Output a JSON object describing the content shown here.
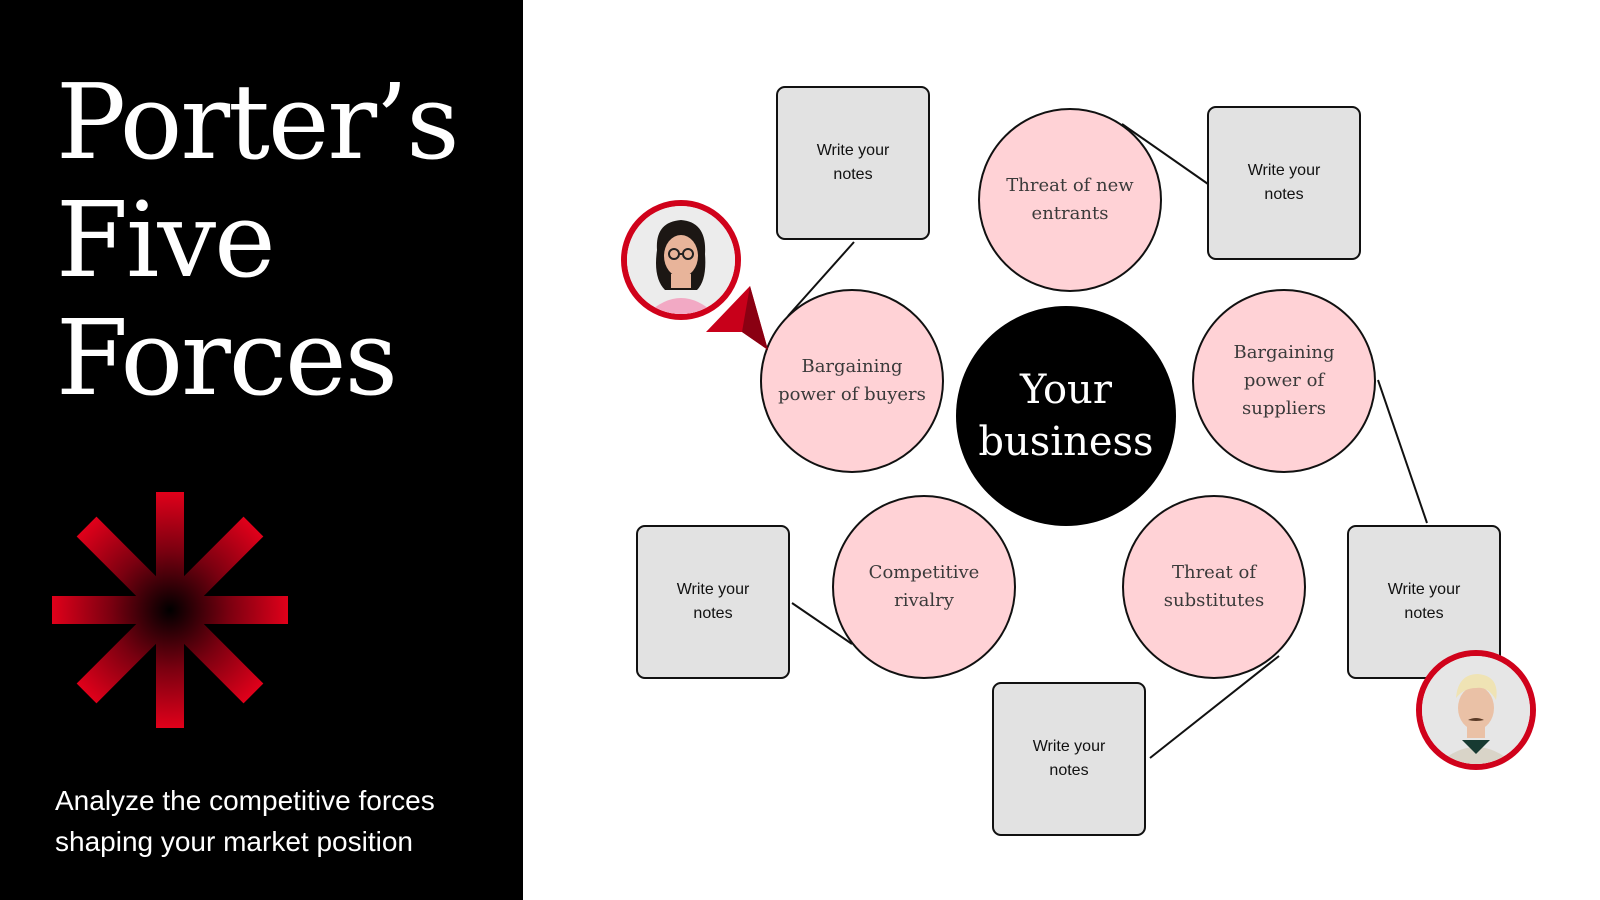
{
  "title_lines": [
    "Porter’s",
    "Five",
    "Forces"
  ],
  "subtitle": "Analyze the competitive forces shaping your market position",
  "center": {
    "label": "Your business"
  },
  "forces": {
    "new_entrants": "Threat of new entrants",
    "buyers": "Bargaining power of buyers",
    "suppliers": "Bargaining power of suppliers",
    "rivalry": "Competitive rivalry",
    "substitutes": "Threat of substitutes"
  },
  "notes": {
    "buyers": "Write your notes",
    "new_entrants": "Write your notes",
    "rivalry": "Write your notes",
    "substitutes": "Write your notes",
    "suppliers": "Write your notes"
  },
  "colors": {
    "panel": "#000000",
    "accent": "#d0021b",
    "force_fill": "#ffd2d6",
    "note_fill": "#e2e2e2",
    "outline": "#111111"
  },
  "icons": {
    "asterisk": "red-asterisk-icon",
    "pointer": "cursor-pointer-icon",
    "avatar_1": "user-avatar-woman",
    "avatar_2": "user-avatar-man"
  }
}
